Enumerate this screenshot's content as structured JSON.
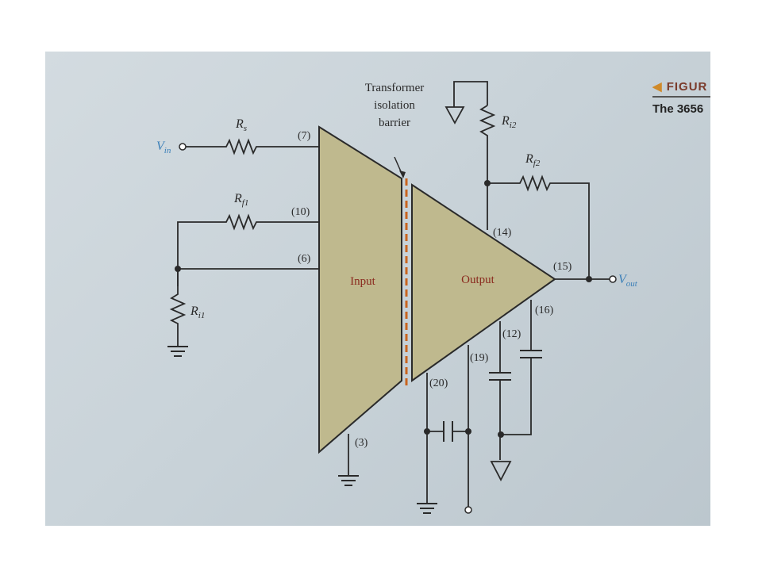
{
  "diagram": {
    "barrier_label_line1": "Transformer",
    "barrier_label_line2": "isolation",
    "barrier_label_line3": "barrier",
    "input_block_label": "Input",
    "output_block_label": "Output",
    "vin_label": "V",
    "vin_sub": "in",
    "vout_label": "V",
    "vout_sub": "out",
    "rs_label": "R",
    "rs_sub": "s",
    "rf1_label": "R",
    "rf1_sub": "f1",
    "ri1_label": "R",
    "ri1_sub": "i1",
    "ri2_label": "R",
    "ri2_sub": "i2",
    "rf2_label": "R",
    "rf2_sub": "f2",
    "pins": {
      "p7": "(7)",
      "p10": "(10)",
      "p6": "(6)",
      "p3": "(3)",
      "p14": "(14)",
      "p15": "(15)",
      "p16": "(16)",
      "p12": "(12)",
      "p19": "(19)",
      "p20": "(20)"
    }
  },
  "caption": {
    "figure_label": "FIGUR",
    "text": "The 3656"
  },
  "colors": {
    "block_fill": "#bfb98e",
    "barrier_dash": "#c9641e",
    "label_blue": "#3a7fb8",
    "label_red": "#8a2a1e"
  }
}
